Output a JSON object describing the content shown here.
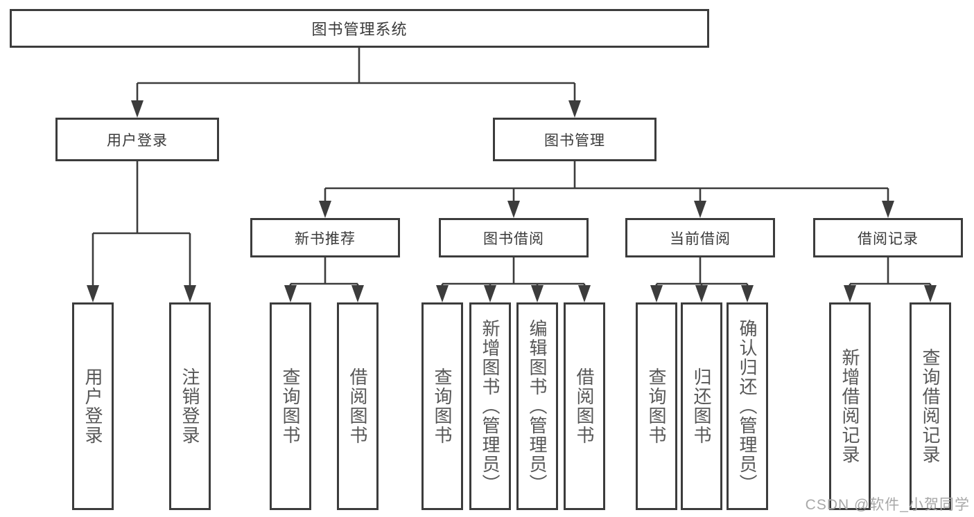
{
  "colors": {
    "line": "#3c3c3c",
    "box_border": "#3c3c3c",
    "node_text": "#3a3a3a",
    "leaf_text": "#575757",
    "watermark_text": "#a8a8a8",
    "background": "#ffffff"
  },
  "diagram": {
    "root": {
      "label": "图书管理系统"
    },
    "level2": [
      {
        "label": "用户登录"
      },
      {
        "label": "图书管理"
      }
    ],
    "level3": [
      {
        "label": "新书推荐"
      },
      {
        "label": "图书借阅"
      },
      {
        "label": "当前借阅"
      },
      {
        "label": "借阅记录"
      }
    ],
    "leaves": {
      "user_login": [
        {
          "label": "用户登录"
        },
        {
          "label": "注销登录"
        }
      ],
      "new_book_recommend": [
        {
          "label": "查询图书"
        },
        {
          "label": "借阅图书"
        }
      ],
      "book_borrow": [
        {
          "label": "查询图书"
        },
        {
          "label": "新增图书（管理员）"
        },
        {
          "label": "编辑图书（管理员）"
        },
        {
          "label": "借阅图书"
        }
      ],
      "current_borrow": [
        {
          "label": "查询图书"
        },
        {
          "label": "归还图书"
        },
        {
          "label": "确认归还（管理员）"
        }
      ],
      "borrow_record": [
        {
          "label": "新增借阅记录"
        },
        {
          "label": "查询借阅记录"
        }
      ]
    }
  },
  "watermark": {
    "text": "CSDN @软件_小贺同学"
  }
}
